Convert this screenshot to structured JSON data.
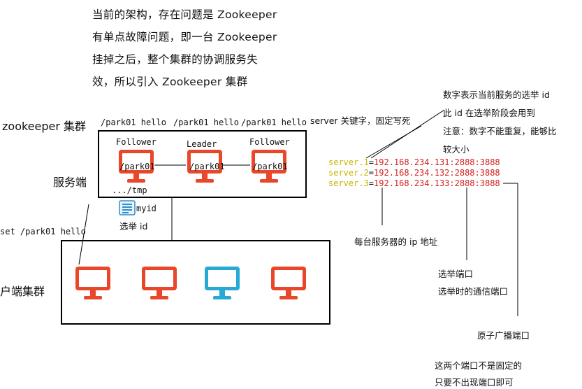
{
  "intro": [
    "当前的架构，存在问题是 Zookeeper",
    "有单点故障问题，即一台 Zookeeper",
    "挂掉之后，整个集群的协调服务失",
    "效，所以引入 Zookeeper 集群"
  ],
  "cluster_label": "zookeeper 集群",
  "server_side_label": "服务端",
  "client_cluster_label": "户端集群",
  "paths": {
    "p1": "/park01 hello",
    "p2": "/park01 hello",
    "p3": "/park01 hello"
  },
  "servers": [
    {
      "role": "Follower",
      "node": "/park01"
    },
    {
      "role": "Leader",
      "node": "/park01"
    },
    {
      "role": "Follower",
      "node": "/park01"
    }
  ],
  "tmp_label": ".../tmp",
  "myid_label": "myid",
  "elect_id_label": "选举 id",
  "set_cmd": "set /park01 hello",
  "server_keyword_note": "server 关键字，固定写死",
  "id_note": [
    "数字表示当前服务的选举 id",
    "此 id 在选举阶段会用到",
    "注意：数字不能重复，能够比",
    "较大小"
  ],
  "config": [
    {
      "key": "server.1",
      "eq": "=",
      "val": "192.168.234.131:2888:3888"
    },
    {
      "key": "server.2",
      "eq": "=",
      "val": "192.168.234.132:2888:3888"
    },
    {
      "key": "server.3",
      "eq": "=",
      "val": "192.168.234.133:2888:3888"
    }
  ],
  "ip_note": "每台服务器的 ip 地址",
  "elect_port_note": [
    "选举端口",
    "选举时的通信端口"
  ],
  "atomic_port_note": "原子广播端口",
  "port_note": [
    "这两个端口不是固定的",
    "只要不出现端口即可"
  ],
  "colors": {
    "monitor_red": "#e8472a",
    "monitor_blue": "#27a9d6",
    "key": "#c8b400",
    "value": "#d42020"
  }
}
